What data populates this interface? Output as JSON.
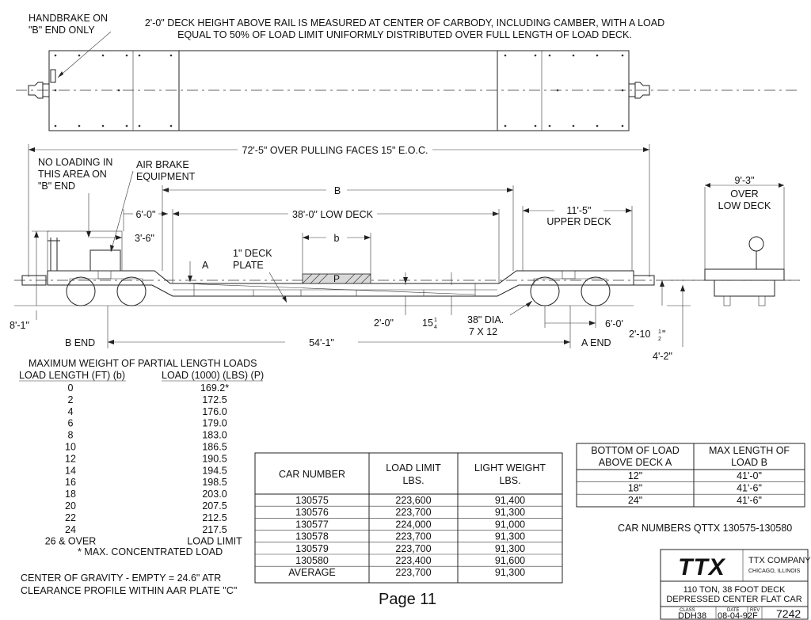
{
  "notes": {
    "handbrake": [
      "HANDBRAKE ON",
      "\"B\" END ONLY"
    ],
    "deck_height": [
      "2'-0\" DECK HEIGHT ABOVE RAIL IS MEASURED AT CENTER OF CARBODY, INCLUDING CAMBER, WITH A LOAD",
      "EQUAL TO 50% OF LOAD LIMIT UNIFORMLY DISTRIBUTED OVER FULL LENGTH OF LOAD DECK."
    ],
    "no_loading": [
      "NO LOADING IN",
      "THIS AREA ON",
      "\"B\" END"
    ],
    "air_brake": [
      "AIR BRAKE",
      "EQUIPMENT"
    ],
    "deck_plate": [
      "1\" DECK",
      "PLATE"
    ],
    "upper_deck": [
      "11'-5\"",
      "UPPER DECK"
    ],
    "end_width": [
      "9'-3\"",
      "OVER",
      "LOW DECK"
    ],
    "wheel": [
      "38\" DIA.",
      "7 X 12"
    ],
    "b_end": "B END",
    "a_end": "A END",
    "cg": "CENTER OF GRAVITY - EMPTY = 24.6\" ATR",
    "clearance": "CLEARANCE PROFILE WITHIN AAR PLATE \"C\"",
    "car_numbers": "CAR NUMBERS QTTX 130575-130580",
    "page": "Page 11"
  },
  "dims": {
    "overall": "72'-5\" OVER PULLING FACES 15\" E.O.C.",
    "B": "B",
    "b": "b",
    "six_a": "6'-0\"",
    "low_deck": "38'-0\" LOW DECK",
    "three_six": "3'-6\"",
    "A": "A",
    "P": "P",
    "eight_one": "8'-1\"",
    "two_zero": "2'-0\"",
    "fifteen": "15",
    "fifteen_num": "1",
    "fifteen_den": "4",
    "six_b": "6'-0'",
    "two_ten": "2'-10",
    "two_ten_num": "1",
    "two_ten_den": "2",
    "two_ten_unit": "\"",
    "wheelbase": "54'-1\"",
    "four_two": "4'-2\""
  },
  "partial_loads": {
    "title": "MAXIMUM WEIGHT OF PARTIAL LENGTH LOADS",
    "col1": "LOAD LENGTH (FT) (b)",
    "col2": "LOAD (1000) (LBS) (P)",
    "rows": [
      [
        "0",
        "169.2*"
      ],
      [
        "2",
        "172.5"
      ],
      [
        "4",
        "176.0"
      ],
      [
        "6",
        "179.0"
      ],
      [
        "8",
        "183.0"
      ],
      [
        "10",
        "186.5"
      ],
      [
        "12",
        "190.5"
      ],
      [
        "14",
        "194.5"
      ],
      [
        "16",
        "198.5"
      ],
      [
        "18",
        "203.0"
      ],
      [
        "20",
        "207.5"
      ],
      [
        "22",
        "212.5"
      ],
      [
        "24",
        "217.5"
      ],
      [
        "26 & OVER",
        "LOAD LIMIT"
      ]
    ],
    "footnote": "* MAX. CONCENTRATED LOAD"
  },
  "car_table": {
    "headers": [
      [
        "CAR NUMBER"
      ],
      [
        "LOAD LIMIT",
        "LBS."
      ],
      [
        "LIGHT WEIGHT",
        "LBS."
      ]
    ],
    "rows": [
      [
        "130575",
        "223,600",
        "91,400"
      ],
      [
        "130576",
        "223,700",
        "91,300"
      ],
      [
        "130577",
        "224,000",
        "91,000"
      ],
      [
        "130578",
        "223,700",
        "91,300"
      ],
      [
        "130579",
        "223,700",
        "91,300"
      ],
      [
        "130580",
        "223,400",
        "91,600"
      ],
      [
        "AVERAGE",
        "223,700",
        "91,300"
      ]
    ]
  },
  "deck_table": {
    "headers": [
      [
        "BOTTOM OF LOAD",
        "ABOVE DECK A"
      ],
      [
        "MAX LENGTH OF",
        "LOAD B"
      ]
    ],
    "rows": [
      [
        "12\"",
        "41'-0\""
      ],
      [
        "18\"",
        "41'-6\""
      ],
      [
        "24\"",
        "41'-6\""
      ]
    ]
  },
  "title_block": {
    "logo": "TTX",
    "company": "TTX COMPANY",
    "city": "CHICAGO, ILLINOIS",
    "desc": [
      "110 TON, 38 FOOT DECK",
      "DEPRESSED CENTER FLAT CAR"
    ],
    "class_label": "CLASS",
    "class_value": "DDH38",
    "date_label": "DATE",
    "date_value": "08-04-92",
    "rev_label": "REV",
    "rev_value": "F",
    "number": "7242"
  }
}
